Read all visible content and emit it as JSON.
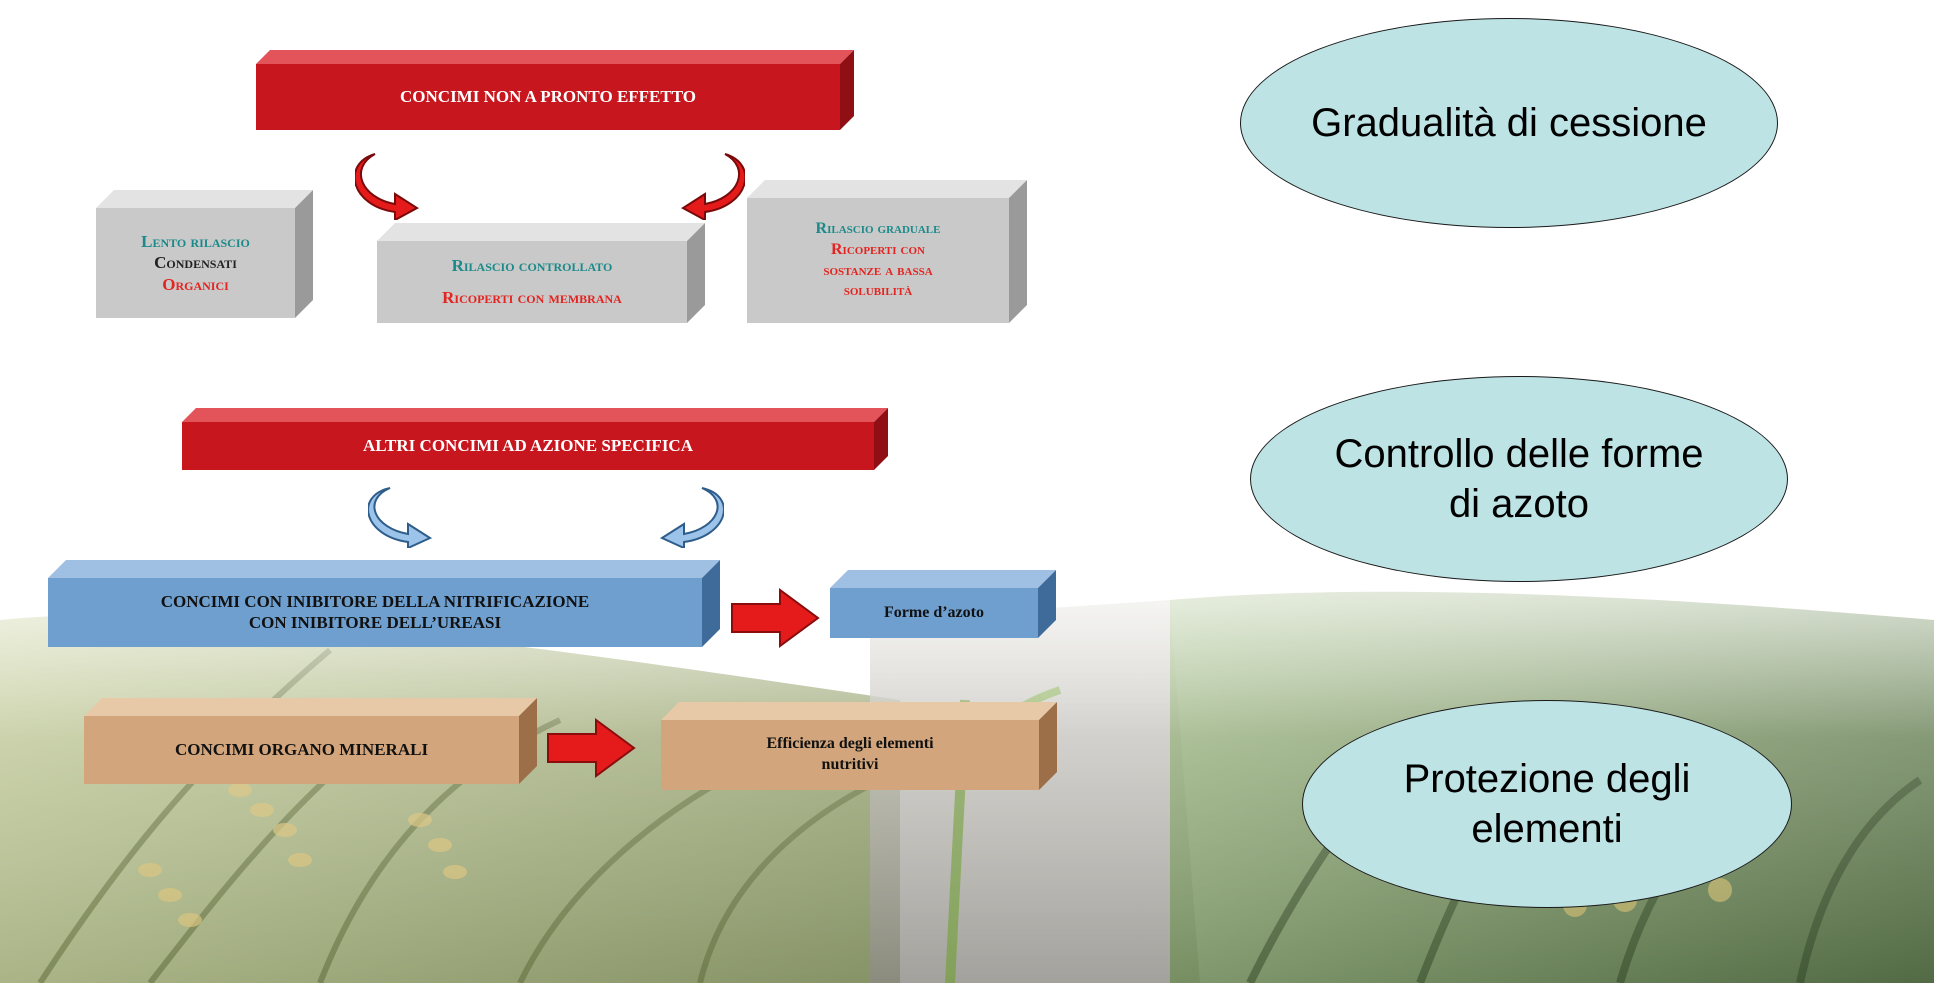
{
  "colors": {
    "red_box": "#c8161e",
    "grey_box": "#c9c9c9",
    "blue_box": "#6f9fcf",
    "tan_box": "#d2a57c",
    "ellipse_fill": "#bde3e5",
    "teal_text": "#1b8a8a",
    "red_text": "#e32420"
  },
  "top_group": {
    "header": "CONCIMI NON A PRONTO  EFFETTO",
    "box_lento": {
      "line1": "Lento rilascio",
      "line2": "Condensati",
      "line3": "Organici"
    },
    "box_controllato": {
      "line1": "Rilascio controllato",
      "line2": "Ricoperti con membrana"
    },
    "box_graduale": {
      "line1": "Rilascio graduale",
      "line2": "Ricoperti con",
      "line3": "sostanze a bassa",
      "line4": "solubilità"
    }
  },
  "middle_group": {
    "header": "ALTRI CONCIMI AD AZIONE SPECIFICA",
    "box_inibitore": {
      "line1": "CONCIMI CON INIBITORE DELLA NITRIFICAZIONE",
      "line2": "CON INIBITORE DELL’UREASI"
    },
    "box_forme": "Forme d’azoto"
  },
  "bottom_group": {
    "box_organo": "CONCIMI ORGANO MINERALI",
    "box_efficienza": {
      "line1": "Efficienza degli elementi",
      "line2": "nutritivi"
    }
  },
  "ellipses": [
    {
      "line1": "Gradualità di cessione",
      "line2": ""
    },
    {
      "line1": "Controllo delle forme",
      "line2": "di azoto"
    },
    {
      "line1": "Protezione degli",
      "line2": "elementi"
    }
  ],
  "icons": [
    "curved-arrow-red-icon",
    "curved-arrow-blue-icon",
    "right-arrow-red-icon"
  ]
}
